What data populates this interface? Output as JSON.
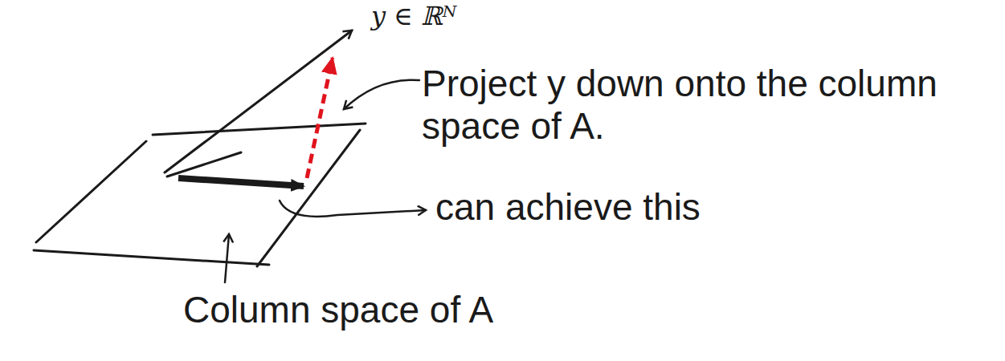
{
  "diagram": {
    "labels": [
      "y ∈ ℝᴺ",
      "Project y down onto the column space of A.",
      "can achieve this",
      "Column space of A"
    ]
  }
}
